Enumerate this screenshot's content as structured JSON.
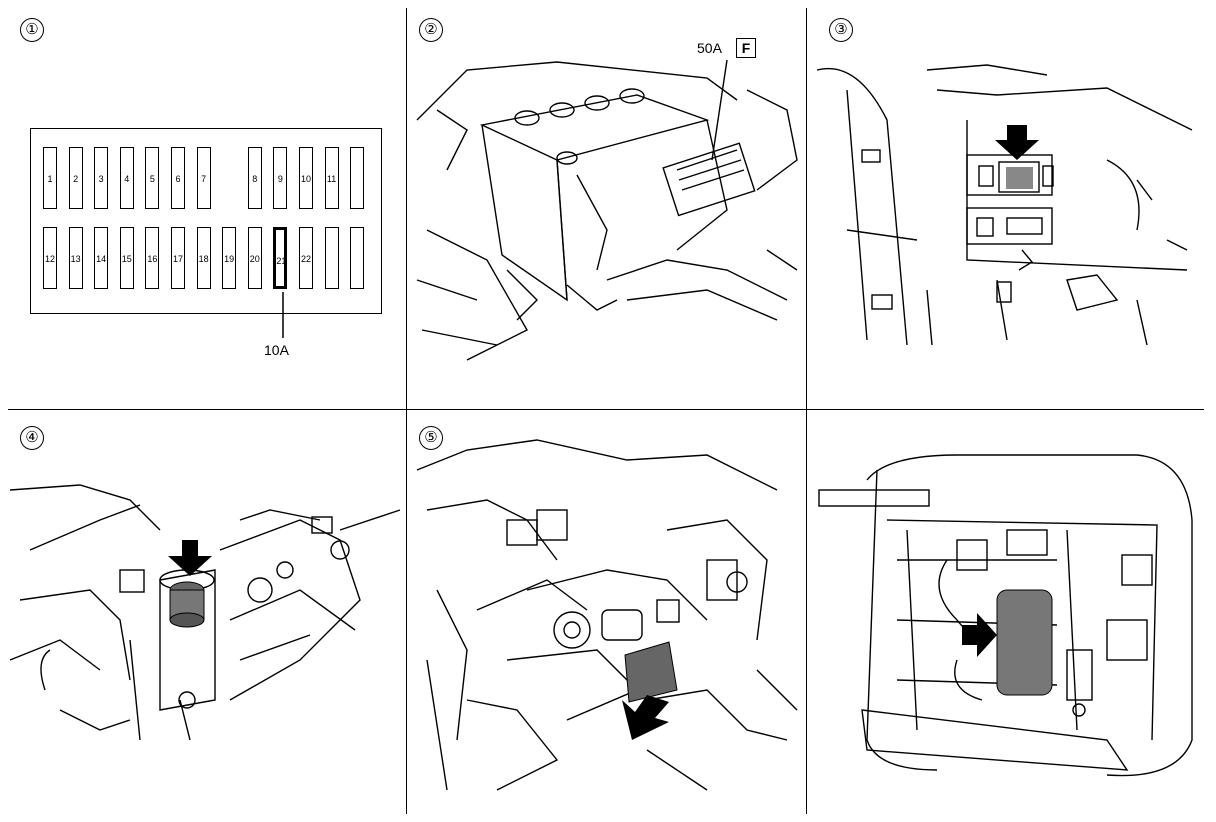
{
  "panels": {
    "p1": {
      "number": "①"
    },
    "p2": {
      "number": "②"
    },
    "p3": {
      "number": "③"
    },
    "p4": {
      "number": "④"
    },
    "p5": {
      "number": "⑤"
    }
  },
  "fuse_box": {
    "top_row": [
      "1",
      "2",
      "3",
      "4",
      "5",
      "6",
      "7",
      "",
      "8",
      "9",
      "10",
      "11",
      ""
    ],
    "bottom_row": [
      "12",
      "13",
      "14",
      "15",
      "16",
      "17",
      "18",
      "19",
      "20",
      "21",
      "22",
      "",
      ""
    ],
    "highlighted": "21",
    "rating_label": "10A"
  },
  "battery": {
    "fusible_link_label": "50A",
    "fusible_link_code": "F"
  }
}
